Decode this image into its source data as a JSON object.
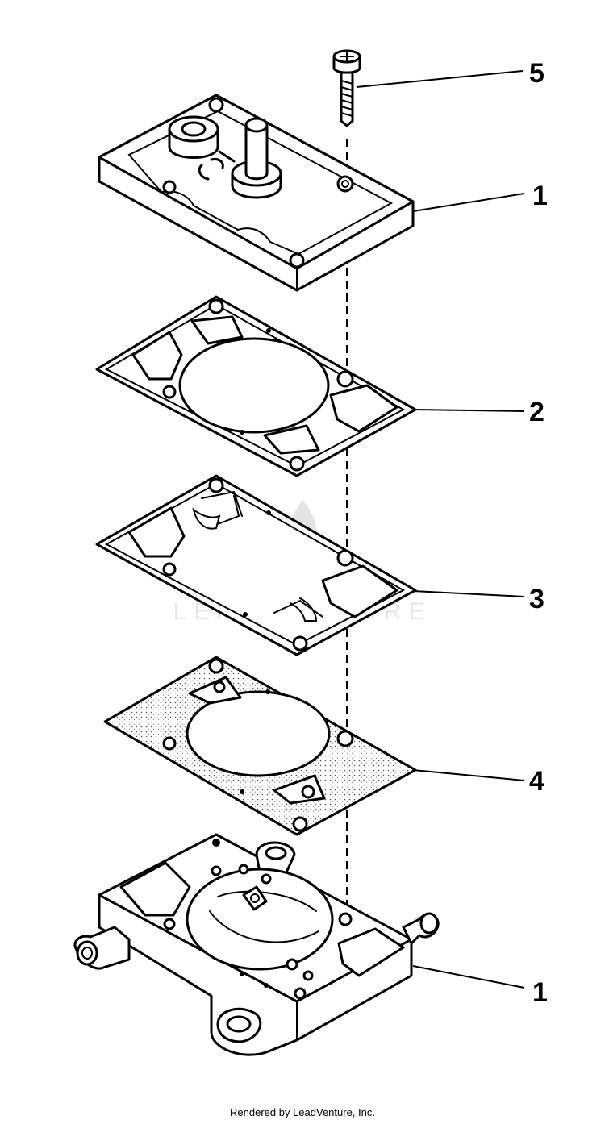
{
  "diagram": {
    "callouts": {
      "bolt": "5",
      "cover": "1",
      "gasket": "2",
      "diaphragm": "3",
      "gasket_lower": "4",
      "body": "1"
    }
  },
  "watermark": {
    "text": "LEADVENTURE"
  },
  "footer": {
    "text": "Rendered by LeadVenture, Inc."
  }
}
